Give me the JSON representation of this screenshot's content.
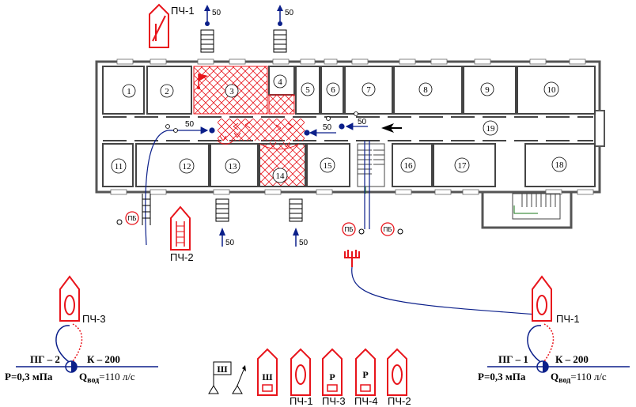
{
  "rooms": [
    {
      "id": "r1",
      "label": "1"
    },
    {
      "id": "r2",
      "label": "2"
    },
    {
      "id": "r3",
      "label": "3"
    },
    {
      "id": "r4",
      "label": "4"
    },
    {
      "id": "r5",
      "label": "5"
    },
    {
      "id": "r6",
      "label": "6"
    },
    {
      "id": "r7",
      "label": "7"
    },
    {
      "id": "r8",
      "label": "8"
    },
    {
      "id": "r9",
      "label": "9"
    },
    {
      "id": "r10",
      "label": "10"
    },
    {
      "id": "r11",
      "label": "11"
    },
    {
      "id": "r12",
      "label": "12"
    },
    {
      "id": "r13",
      "label": "13"
    },
    {
      "id": "r14",
      "label": "14"
    },
    {
      "id": "r15",
      "label": "15"
    },
    {
      "id": "r16",
      "label": "16"
    },
    {
      "id": "r17",
      "label": "17"
    },
    {
      "id": "r18",
      "label": "18"
    },
    {
      "id": "r19",
      "label": "19"
    }
  ],
  "units": {
    "pch1_top": "ПЧ-1",
    "pch2_mid": "ПЧ-2",
    "pch3_left": "ПЧ-3",
    "pch1_right": "ПЧ-1"
  },
  "hose_values": {
    "top_left": "50",
    "top_right": "50",
    "corridor_left": "50",
    "corridor_mid": "50",
    "corridor_right": "50",
    "bottom_left": "50",
    "bottom_right": "50"
  },
  "pb": {
    "label": "ПБ"
  },
  "hydrants": {
    "left": {
      "name": "ПГ – 2",
      "pressure": "Р=0,3 мПа",
      "tank": "К – 200",
      "flow_prefix": "Q",
      "flow_sub": "вод",
      "flow_value": "=110 л/с"
    },
    "right": {
      "name": "ПГ – 1",
      "pressure": "Р=0,3 мПа",
      "tank": "К – 200",
      "flow_prefix": "Q",
      "flow_sub": "вод",
      "flow_value": "=110 л/с"
    }
  },
  "legend": {
    "sh_label": "Ш",
    "r_label": "Р",
    "items": [
      "ПЧ-1",
      "ПЧ-3",
      "ПЧ-4",
      "ПЧ-2"
    ]
  },
  "colors": {
    "red": "#e8141b",
    "blue": "#0b1f8a",
    "wall": "#8a8a8a"
  }
}
